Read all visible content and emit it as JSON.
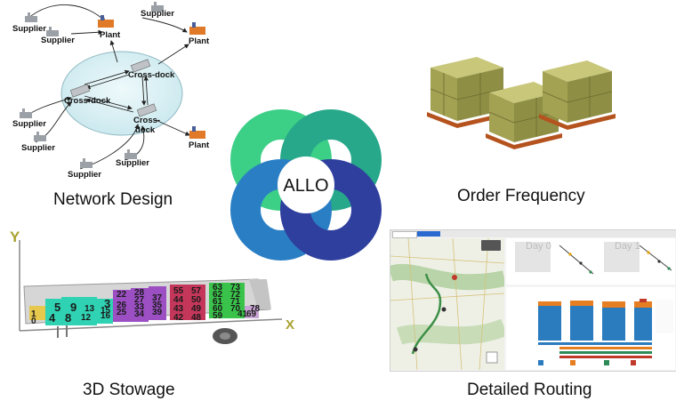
{
  "center": {
    "label": "ALLO"
  },
  "quadrants": {
    "network": {
      "caption": "Network Design",
      "nodes": {
        "supplier_top": "Supplier",
        "plant_top_right": "Plant",
        "supplier_top_left_a": "Supplier",
        "supplier_top_left_b": "Supplier",
        "plant_top_center": "Plant",
        "crossdock_1": "Cross-dock",
        "crossdock_2": "Cross-dock",
        "crossdock_3": "Cross-\ndock",
        "supplier_left_a": "Supplier",
        "supplier_left_b": "Supplier",
        "supplier_bottom_a": "Supplier",
        "supplier_bottom_b": "Supplier",
        "plant_bottom_right": "Plant"
      }
    },
    "order": {
      "caption": "Order Frequency"
    },
    "stowage": {
      "caption": "3D Stowage",
      "axis_y": "Y",
      "axis_x": "X",
      "boxes": [
        "1",
        "0",
        "3",
        "4",
        "5",
        "8",
        "9",
        "13",
        "12",
        "16",
        "15",
        "22",
        "26",
        "25",
        "28",
        "27",
        "33",
        "34",
        "37",
        "35",
        "39",
        "55",
        "44",
        "43",
        "42",
        "57",
        "50",
        "49",
        "48",
        "63",
        "62",
        "61",
        "60",
        "59",
        "73",
        "72",
        "71",
        "70",
        "69",
        "78",
        "41"
      ]
    },
    "routing": {
      "caption": "Detailed Routing",
      "day_labels": [
        "Day 0",
        "Day 1"
      ]
    }
  },
  "colors": {
    "ring_green": "#3ccf86",
    "ring_teal": "#27a88a",
    "ring_blue": "#2a7fc4",
    "ring_indigo": "#2f3f9e",
    "network_ellipse": "#d8eff2",
    "pallet": "#8e8f44"
  }
}
